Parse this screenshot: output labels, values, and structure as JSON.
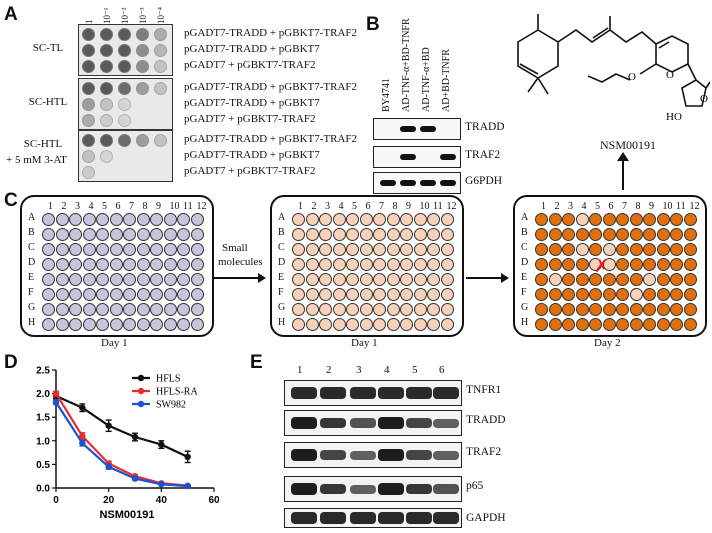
{
  "panels": {
    "A": "A",
    "B": "B",
    "C": "C",
    "D": "D",
    "E": "E"
  },
  "panelA": {
    "dilutions": [
      "1",
      "10⁻¹",
      "10⁻²",
      "10⁻³",
      "10⁻⁴"
    ],
    "media": [
      {
        "label": "SC-TL",
        "pairs": [
          "pGADT7-TRADD + pGBKT7-TRAF2",
          "pGADT7-TRADD + pGBKT7",
          "pGADT7 + pGBKT7-TRAF2"
        ],
        "growth": [
          [
            1,
            1,
            1,
            0.8,
            0.5
          ],
          [
            1,
            1,
            1,
            0.7,
            0.4
          ],
          [
            1,
            1,
            1,
            0.7,
            0.3
          ]
        ]
      },
      {
        "label": "SC-HTL",
        "pairs": [
          "pGADT7-TRADD + pGBKT7-TRAF2",
          "pGADT7-TRADD + pGBKT7",
          "pGADT7 + pGBKT7-TRAF2"
        ],
        "growth": [
          [
            1,
            1,
            0.9,
            0.6,
            0.3
          ],
          [
            0.6,
            0.3,
            0.1,
            0,
            0
          ],
          [
            0.5,
            0.2,
            0.1,
            0,
            0
          ]
        ]
      },
      {
        "label": "SC-HTL",
        "label2": "+ 5 mM 3-AT",
        "pairs": [
          "pGADT7-TRADD + pGBKT7-TRAF2",
          "pGADT7-TRADD + pGBKT7",
          "pGADT7 + pGBKT7-TRAF2"
        ],
        "growth": [
          [
            1,
            1,
            0.9,
            0.6,
            0.3
          ],
          [
            0.3,
            0.1,
            0,
            0,
            0
          ],
          [
            0.2,
            0,
            0,
            0,
            0
          ]
        ]
      }
    ]
  },
  "panelB": {
    "lanes": [
      "BY4741",
      "AD-TNF-α+BD-TNFR",
      "AD-TNF-α+BD",
      "AD+BD-TNFR"
    ],
    "rows": [
      {
        "name": "TRADD",
        "bands": [
          0,
          1,
          1,
          0
        ]
      },
      {
        "name": "TRAF2",
        "bands": [
          0,
          1,
          0,
          1
        ]
      },
      {
        "name": "G6PDH",
        "bands": [
          1,
          1,
          1,
          1
        ]
      }
    ]
  },
  "compound": {
    "name": "NSM00191"
  },
  "panelC": {
    "cols": [
      "1",
      "2",
      "3",
      "4",
      "5",
      "6",
      "7",
      "8",
      "9",
      "10",
      "11",
      "12"
    ],
    "rows": [
      "A",
      "B",
      "C",
      "D",
      "E",
      "F",
      "G",
      "H"
    ],
    "arrow_label": [
      "Small",
      "molecules"
    ],
    "plates": [
      {
        "day": "Day 1",
        "color": "#c9c3dc"
      },
      {
        "day": "Day 1",
        "color": "#f6d2bb"
      },
      {
        "day": "Day 2",
        "color": "#e0700f"
      }
    ],
    "light_wells_plate3": [
      "A-4",
      "C-4",
      "C-6",
      "D-5",
      "D-6",
      "E-2",
      "E-9",
      "F-8"
    ],
    "hit_mark": "✗"
  },
  "chart_data": {
    "type": "line",
    "title": "",
    "xlabel": "NSM00191",
    "ylabel": "",
    "xlim": [
      0,
      60
    ],
    "ylim": [
      0,
      2.5
    ],
    "xticks": [
      "0",
      "20",
      "40",
      "60"
    ],
    "yticks": [
      "0.0",
      "0.5",
      "1.0",
      "1.5",
      "2.0",
      "2.5"
    ],
    "legend_position": "top-right",
    "series": [
      {
        "name": "HFLS",
        "color": "#111111",
        "x": [
          0,
          10,
          20,
          30,
          40,
          50
        ],
        "y": [
          1.95,
          1.7,
          1.32,
          1.08,
          0.92,
          0.66
        ],
        "err": [
          0.06,
          0.08,
          0.12,
          0.08,
          0.08,
          0.12
        ]
      },
      {
        "name": "HFLS-RA",
        "color": "#e03030",
        "x": [
          0,
          10,
          20,
          30,
          40,
          50
        ],
        "y": [
          2.0,
          1.1,
          0.52,
          0.25,
          0.1,
          0.05
        ],
        "err": [
          0.05,
          0.07,
          0.05,
          0.03,
          0.02,
          0.02
        ]
      },
      {
        "name": "SW982",
        "color": "#2050d0",
        "x": [
          0,
          10,
          20,
          30,
          40,
          50
        ],
        "y": [
          1.82,
          0.95,
          0.45,
          0.2,
          0.08,
          0.04
        ],
        "err": [
          0.05,
          0.06,
          0.05,
          0.03,
          0.02,
          0.02
        ]
      }
    ]
  },
  "panelE": {
    "lanes": [
      "1",
      "2",
      "3",
      "4",
      "5",
      "6"
    ],
    "rows": [
      {
        "name": "TNFR1",
        "bands": [
          0.9,
          0.9,
          0.9,
          0.9,
          0.9,
          0.9
        ]
      },
      {
        "name": "TRADD",
        "bands": [
          1,
          0.8,
          0.6,
          1,
          0.7,
          0.5
        ]
      },
      {
        "name": "TRAF2",
        "bands": [
          1,
          0.7,
          0.5,
          1,
          0.7,
          0.5
        ]
      },
      {
        "name": "p65",
        "bands": [
          1,
          0.8,
          0.5,
          1,
          0.8,
          0.6
        ]
      },
      {
        "name": "GAPDH",
        "bands": [
          0.9,
          0.9,
          0.9,
          0.9,
          0.9,
          0.9
        ]
      }
    ]
  }
}
